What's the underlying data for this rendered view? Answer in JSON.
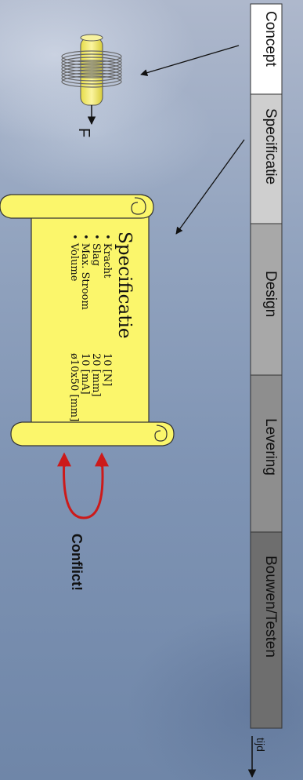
{
  "phases": [
    "Concept",
    "Specificatie",
    "Design",
    "Levering",
    "Bouwen/Testen"
  ],
  "phase_colors": [
    "#ffffff",
    "#cfcfcf",
    "#a8a8a8",
    "#8e8e8e",
    "#6e6e6e"
  ],
  "timeline_label": "tijd",
  "force_label": "F",
  "spec": {
    "title": "Specificatie",
    "items": [
      {
        "name": "Kracht",
        "value": "10 [N]"
      },
      {
        "name": "Slag",
        "value": "20 [mm]"
      },
      {
        "name": "Max. Stroom",
        "value": "10 [mA]"
      },
      {
        "name": "Volume",
        "value": "ø10x50 [mm]"
      }
    ],
    "bullet": "•"
  },
  "conflict_label": "Conflict!",
  "colors": {
    "scroll": "#fbf66b",
    "conflict_arrow": "#cc1a1a",
    "coil": "#f4ea5a"
  }
}
